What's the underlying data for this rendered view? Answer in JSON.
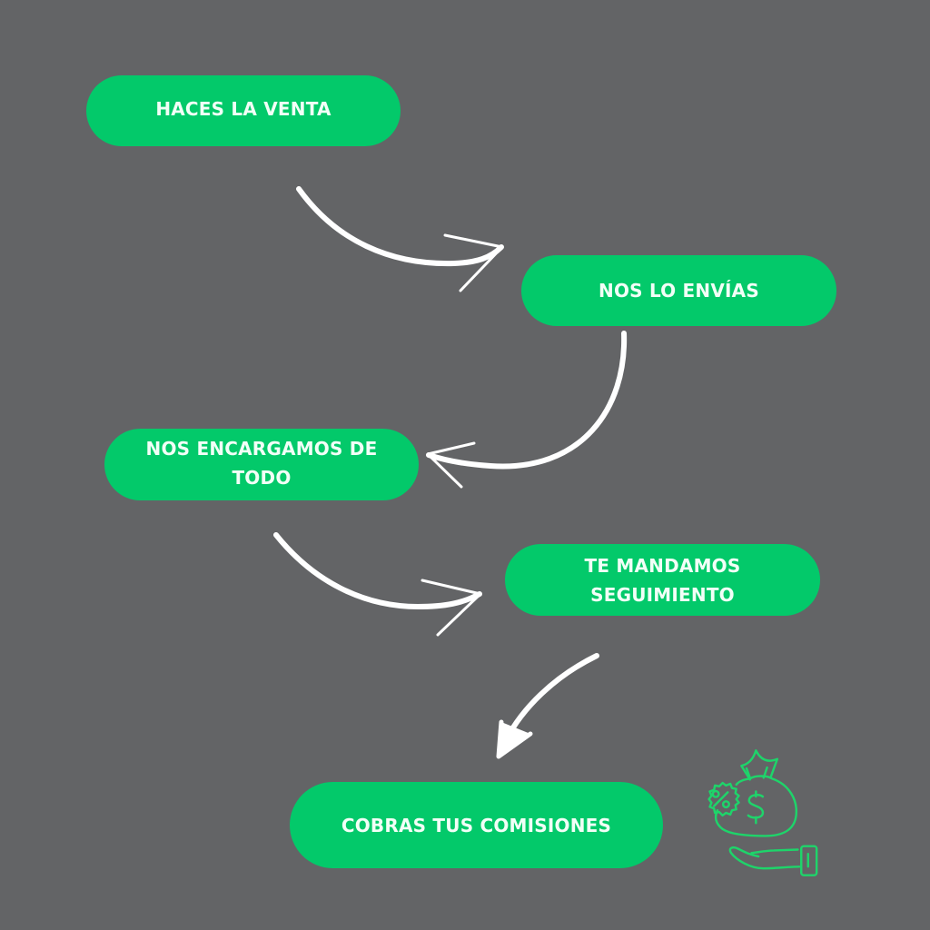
{
  "colors": {
    "background": "#636466",
    "pill": "#03c96a",
    "pill_text": "#f2fff7",
    "arrow": "#ffffff",
    "icon_stroke": "#1ed46a"
  },
  "steps": [
    {
      "label": "HACES LA VENTA"
    },
    {
      "label": "NOS LO ENVÍAS"
    },
    {
      "label": "NOS ENCARGAMOS DE TODO",
      "lines": [
        "NOS ENCARGAMOS DE",
        "TODO"
      ]
    },
    {
      "label": "TE MANDAMOS SEGUIMIENTO",
      "lines": [
        "TE MANDAMOS",
        "SEGUIMIENTO"
      ]
    },
    {
      "label": "COBRAS TUS COMISIONES"
    }
  ],
  "arrows": [
    {
      "from": "HACES LA VENTA",
      "to": "NOS LO ENVÍAS"
    },
    {
      "from": "NOS LO ENVÍAS",
      "to": "NOS ENCARGAMOS DE TODO"
    },
    {
      "from": "NOS ENCARGAMOS DE TODO",
      "to": "TE MANDAMOS SEGUIMIENTO"
    },
    {
      "from": "TE MANDAMOS SEGUIMIENTO",
      "to": "COBRAS TUS COMISIONES"
    }
  ],
  "icon": {
    "name": "money-bag-hand-icon",
    "symbols": [
      "%",
      "$"
    ]
  }
}
